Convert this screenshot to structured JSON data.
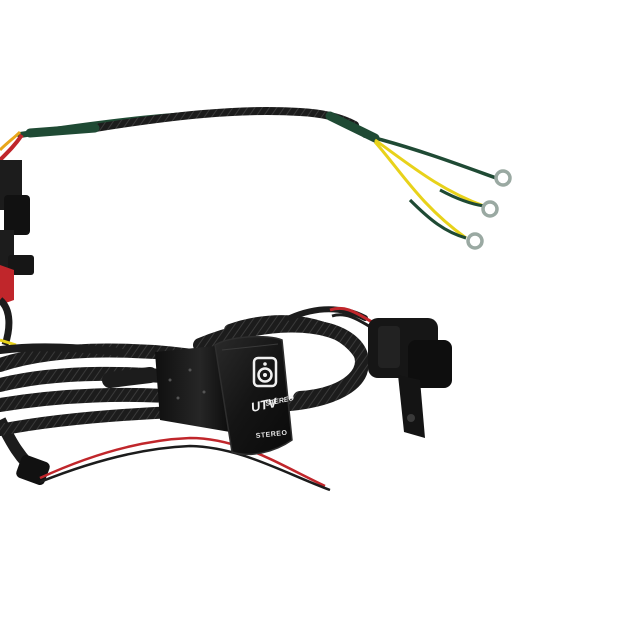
{
  "product": {
    "switch_logo_line1": "UTV",
    "switch_logo_line2": "STEREO",
    "switch_label": "STEREO",
    "switch_icon": "speaker-icon"
  },
  "colors": {
    "background": "#ffffff",
    "harness_sleeve": "#1c1c1c",
    "sleeve_highlight": "#3a3a3a",
    "wire_green": "#1f4a34",
    "wire_yellow": "#e8d21a",
    "wire_red": "#c0262b",
    "ring_terminal": "#9aa9a2",
    "switch_body": "#141414"
  }
}
